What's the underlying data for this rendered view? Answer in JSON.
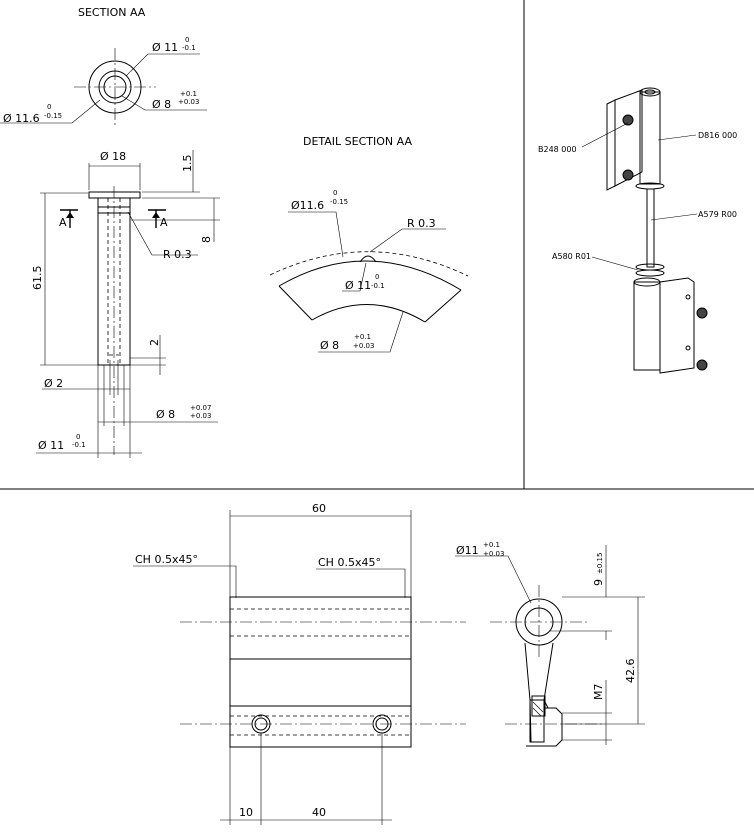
{
  "section_view": {
    "title": "SECTION AA",
    "dim_outer_11": "Ø 11",
    "dim_outer_11_tol_upper": "0",
    "dim_outer_11_tol_lower": "-0.1",
    "dim_groove_11_6": "Ø 11.6",
    "dim_groove_11_6_tol_upper": "0",
    "dim_groove_11_6_tol_lower": "-0.15",
    "dim_bore_8": "Ø 8",
    "dim_bore_8_tol_upper": "+0.1",
    "dim_bore_8_tol_lower": "+0.03"
  },
  "pin_view": {
    "dim_head_dia": "Ø 18",
    "dim_head_thick": "1.5",
    "dim_length": "61.5",
    "dim_8": "8",
    "dim_2_bottom": "2",
    "dim_radius": "R 0.3",
    "section_marker": "A",
    "dim_hole_2": "Ø 2",
    "dim_8b": "Ø 8",
    "dim_8b_tol_upper": "+0.07",
    "dim_8b_tol_lower": "+0.03",
    "dim_11b": "Ø 11",
    "dim_11b_tol_upper": "0",
    "dim_11b_tol_lower": "-0.1"
  },
  "detail_view": {
    "title": "DETAIL SECTION AA",
    "dim_11_6": "Ø11.6",
    "dim_11_6_tol_upper": "0",
    "dim_11_6_tol_lower": "-0.15",
    "dim_radius": "R 0.3",
    "dim_11": "Ø 11",
    "dim_11_tol_upper": "0",
    "dim_11_tol_lower": "-0.1",
    "dim_8": "Ø 8",
    "dim_8_tol_upper": "+0.1",
    "dim_8_tol_lower": "+0.03"
  },
  "assembly_view": {
    "label_b248": "B248 000",
    "label_d816": "D816 000",
    "label_a579": "A579 R00",
    "label_a580": "A580 R01"
  },
  "bottom_view": {
    "dim_width": "60",
    "chamfer_left": "CH 0.5x45°",
    "chamfer_right": "CH 0.5x45°",
    "dim_10": "10",
    "dim_40": "40",
    "side_dim_11": "Ø11",
    "side_dim_11_tol_upper": "+0.1",
    "side_dim_11_tol_lower": "+0.03",
    "side_dim_9": "9",
    "side_dim_9_tol": "±0.15",
    "side_dim_42_6": "42.6",
    "side_thread": "M7"
  }
}
